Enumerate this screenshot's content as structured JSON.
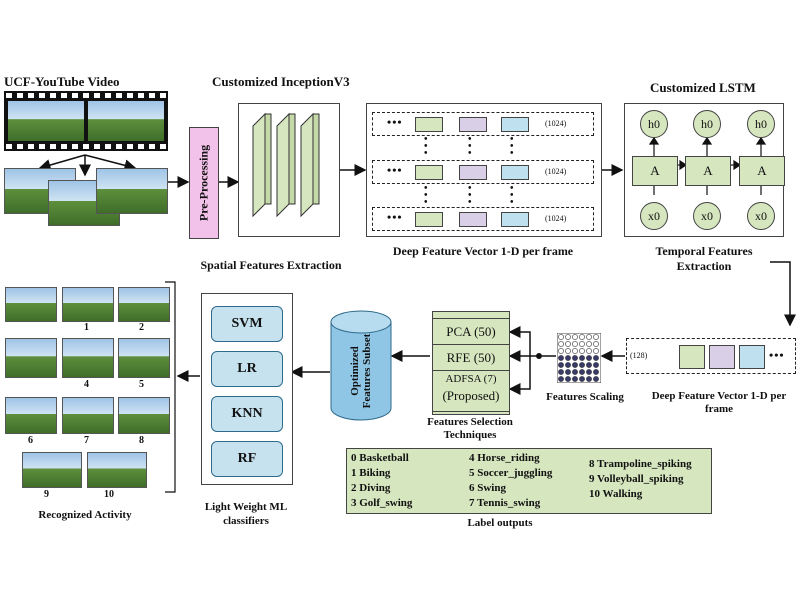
{
  "header": {
    "video_title": "UCF-YouTube Video",
    "inception_title": "Customized InceptionV3",
    "lstm_title": "Customized LSTM"
  },
  "preprocessing": {
    "label": "Pre-Processing"
  },
  "feature_vector_1024": {
    "dim": "(1024)"
  },
  "captions": {
    "deep_feature_top": "Deep Feature Vector 1-D per frame",
    "temporal": "Temporal Features Extraction",
    "spatial": "Spatial Features Extraction",
    "deep_feature_bottom": "Deep Feature Vector 1-D per frame",
    "features_scaling": "Features Scaling",
    "fs_techniques": "Features Selection Techniques",
    "classifiers": "Light Weight ML classifiers",
    "recognized": "Recognized Activity",
    "label_outputs": "Label outputs"
  },
  "lstm": {
    "cell": "A",
    "hidden": "h0",
    "input": "x0"
  },
  "bottom_vector": {
    "dim": "(128)"
  },
  "feature_selection": {
    "pca": "PCA (50)",
    "rfe": "RFE (50)",
    "adfsa_line1": "ADFSA (7)",
    "adfsa_line2": "(Proposed)"
  },
  "subset": {
    "label": "Optimized Features Subset"
  },
  "classifiers": [
    "SVM",
    "LR",
    "KNN",
    "RF"
  ],
  "activity_numbers": [
    "1",
    "2",
    "4",
    "5",
    "6",
    "7",
    "8",
    "9",
    "10"
  ],
  "labels": [
    "0 Basketball",
    "1 Biking",
    "2 Diving",
    "3 Golf_swing",
    "4 Horse_riding",
    "5 Soccer_juggling",
    "6 Swing",
    "7 Tennis_swing",
    "8 Trampoline_spiking",
    "9 Volleyball_spiking",
    "10 Walking"
  ],
  "colors": {
    "green": "#d6e6bf",
    "purple": "#d9d0e8",
    "blue": "#bfe0ee",
    "pink": "#f3c2ea",
    "classifier": "#c6e2ef",
    "subset": "#8fc6e6"
  }
}
